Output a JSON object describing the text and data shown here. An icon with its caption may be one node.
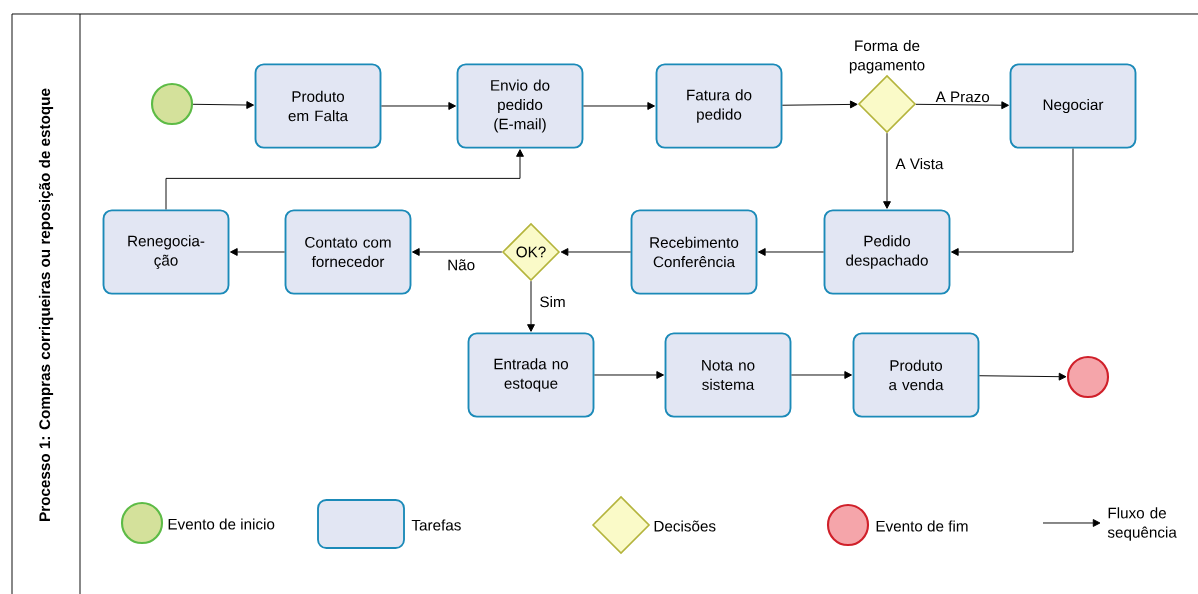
{
  "diagram": {
    "title": "Processo 1: Compras corriqueiras ou reposição de estoque",
    "nodes": [
      {
        "text": [],
        "shape": "circle"
      },
      {
        "text": [
          "Produto em Falta"
        ]
      },
      {
        "text": [
          "Envio do pedido (E-mail)"
        ]
      },
      {
        "text": [
          "Fatura do pedido"
        ]
      },
      {
        "text": [
          "Forma de pagamento"
        ]
      },
      {
        "text": [
          "Negociar"
        ]
      },
      {
        "text": [
          "Pedido despachado"
        ]
      },
      {
        "text": [
          "Recebimento Conferência"
        ]
      },
      {
        "text": [
          "OK?"
        ]
      },
      {
        "text": [
          "Contato com fornecedor"
        ]
      },
      {
        "text": [
          "Renegocia-ção"
        ]
      },
      {
        "text": [
          "Entrada no estoque"
        ]
      },
      {
        "text": [
          "Nota no sistema"
        ]
      },
      {
        "text": [
          "Produto a venda"
        ]
      },
      {
        "text": [],
        "shape": "circle"
      }
    ],
    "edges": [
      {
        "from": 0,
        "to": 1,
        "arrow": "to"
      },
      {
        "from": 1,
        "to": 2,
        "arrow": "to"
      },
      {
        "from": 2,
        "to": 3,
        "arrow": "to"
      },
      {
        "from": 3,
        "to": 4,
        "arrow": "to"
      },
      {
        "from": 4,
        "to": 5,
        "arrow": "to",
        "label": "A Prazo"
      },
      {
        "from": 4,
        "to": 6,
        "arrow": "to",
        "label": "A Vista"
      },
      {
        "from": 5,
        "to": 6,
        "arrow": "to"
      },
      {
        "from": 6,
        "to": 7,
        "arrow": "to"
      },
      {
        "from": 7,
        "to": 8,
        "arrow": "to"
      },
      {
        "from": 8,
        "to": 9,
        "arrow": "to",
        "label": "Não"
      },
      {
        "from": 8,
        "to": 11,
        "arrow": "to",
        "label": "Sim"
      },
      {
        "from": 9,
        "to": 10,
        "arrow": "to"
      },
      {
        "from": 10,
        "to": 2,
        "arrow": "to"
      },
      {
        "from": 11,
        "to": 12,
        "arrow": "to"
      },
      {
        "from": 12,
        "to": 13,
        "arrow": "to"
      },
      {
        "from": 13,
        "to": 14,
        "arrow": "to"
      }
    ],
    "legend": [
      {
        "text": "Evento de inicio"
      },
      {
        "text": "Tarefas"
      },
      {
        "text": "Decisões"
      },
      {
        "text": "Evento de fim"
      },
      {
        "text": "Fluxo de sequência"
      }
    ]
  }
}
